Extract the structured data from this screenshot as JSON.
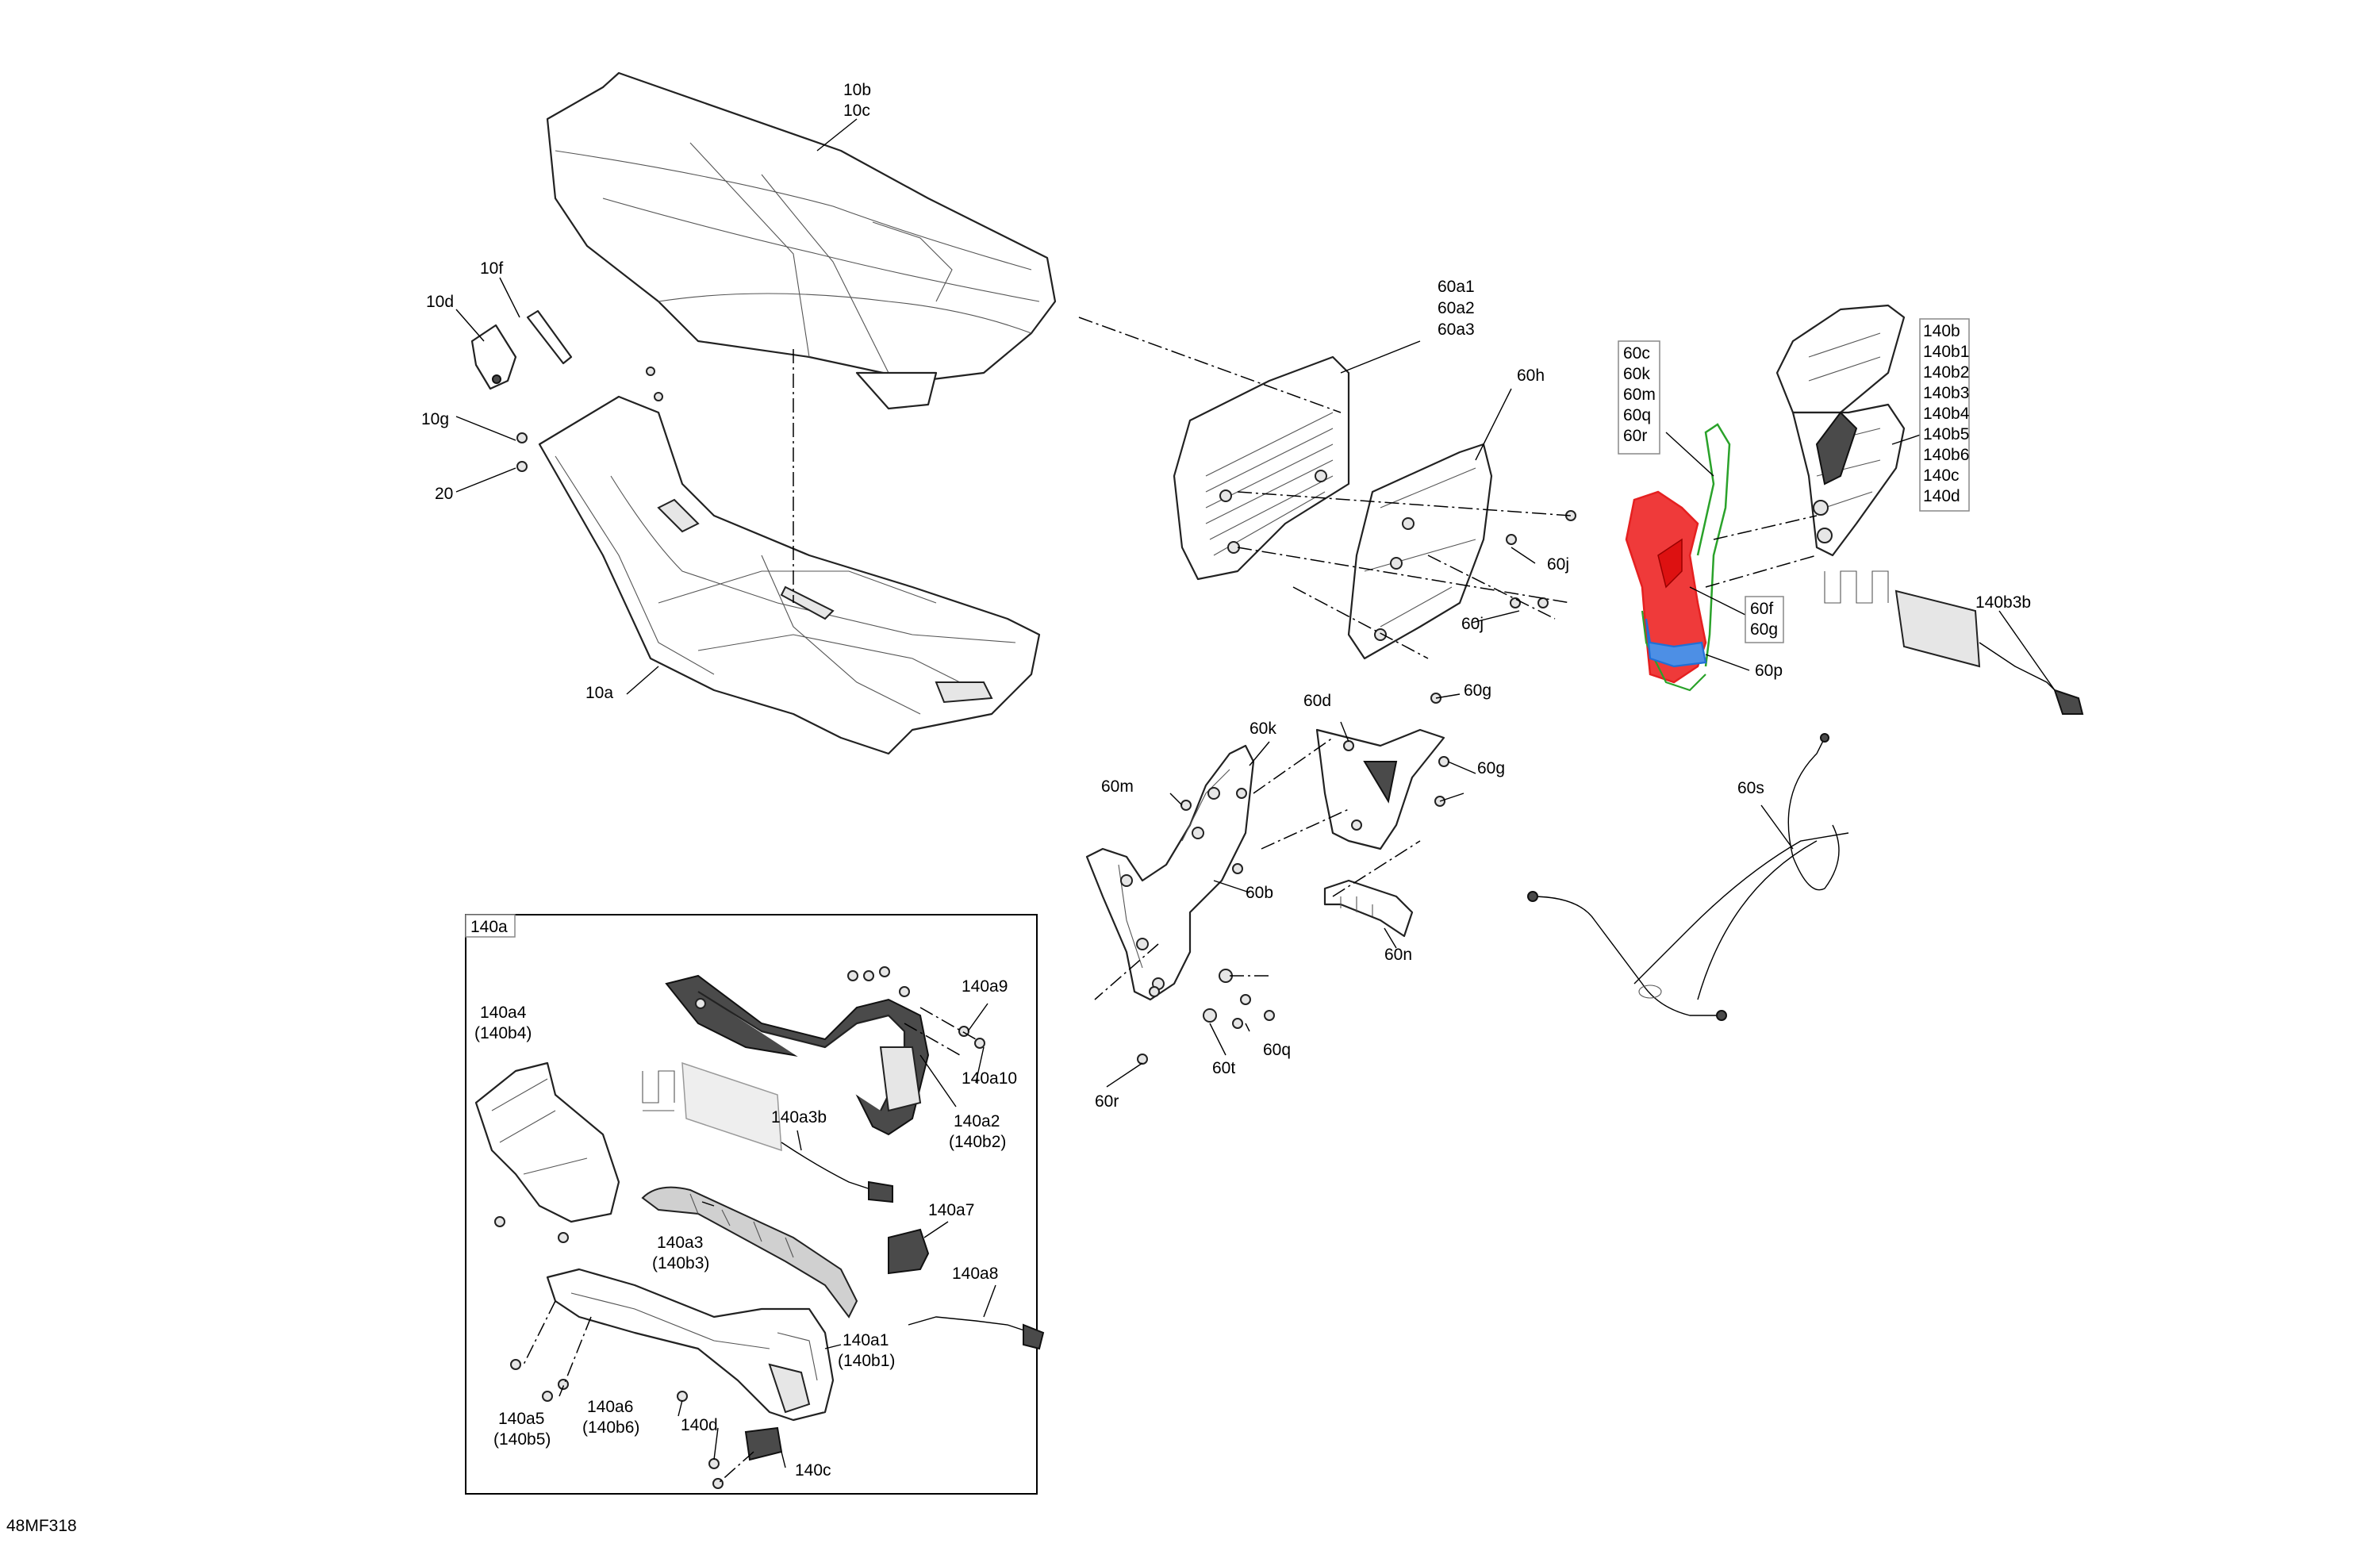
{
  "figure_id": "48MF318",
  "labels": {
    "l10b": [
      "10b",
      "10c"
    ],
    "l10f": "10f",
    "l10d": "10d",
    "l10g": "10g",
    "l20": "20",
    "l10a": "10a",
    "l60a": [
      "60a1",
      "60a2",
      "60a3"
    ],
    "l60h": "60h",
    "l60j_1": "60j",
    "l60j_2": "60j",
    "l60group": [
      "60c",
      "60k",
      "60m",
      "60q",
      "60r"
    ],
    "l60fg": [
      "60f",
      "60g"
    ],
    "l60p": "60p",
    "l140b": [
      "140b",
      "140b1",
      "140b2",
      "140b3",
      "140b4",
      "140b5",
      "140b6",
      "140c",
      "140d"
    ],
    "l140b3b": "140b3b",
    "l60g_1": "60g",
    "l60g_2": "60g",
    "l60d": "60d",
    "l60k": "60k",
    "l60m": "60m",
    "l60b": "60b",
    "l60s": "60s",
    "l60n": "60n",
    "l60q": "60q",
    "l60t": "60t",
    "l60r": "60r",
    "l140a": "140a",
    "l140a9": "140a9",
    "l140a10": "140a10",
    "l140a4": [
      "140a4",
      "(140b4)"
    ],
    "l140a3b": "140a3b",
    "l140a2": [
      "140a2",
      "(140b2)"
    ],
    "l140a7": "140a7",
    "l140a3": [
      "140a3",
      "(140b3)"
    ],
    "l140a8": "140a8",
    "l140a1": [
      "140a1",
      "(140b1)"
    ],
    "l140a5": [
      "140a5",
      "(140b5)"
    ],
    "l140a6": [
      "140a6",
      "(140b6)"
    ],
    "l140d": "140d",
    "l140c": "140c"
  },
  "highlight_colors": {
    "red": "#e52020",
    "green": "#2aa22a",
    "blue": "#1f6fd6"
  }
}
